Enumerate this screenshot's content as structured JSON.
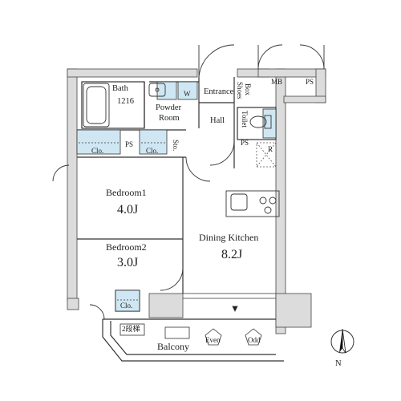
{
  "rooms": {
    "bath": {
      "name": "Bath",
      "size": "1216"
    },
    "powder_room": {
      "line1": "Powder",
      "line2": "Room"
    },
    "washer_mark": "W",
    "entrance": "Entrance",
    "shoes_box": {
      "line1": "Shoes",
      "line2": "Box"
    },
    "mb": "MB",
    "ps_top": "PS",
    "hall": "Hall",
    "toilet": "Toilet",
    "clo_left": "Clo.",
    "ps_mid": "PS",
    "clo_mid": "Clo.",
    "sto": "Sto.",
    "ps_small": "PS",
    "r": "R",
    "bedroom1": {
      "name": "Bedroom1",
      "size": "4.0J"
    },
    "bedroom2": {
      "name": "Bedroom2",
      "size": "3.0J"
    },
    "dining_kitchen": {
      "name": "Dining Kitchen",
      "size": "8.2J"
    },
    "clo_bottom": "Clo.",
    "balcony": "Balcony",
    "ladder": "2段梯",
    "even": "Even",
    "odd": "Odd",
    "north": "N"
  },
  "colors": {
    "wall": "#dcdcdc",
    "line": "#333333",
    "storage": "#cfe7f2"
  }
}
